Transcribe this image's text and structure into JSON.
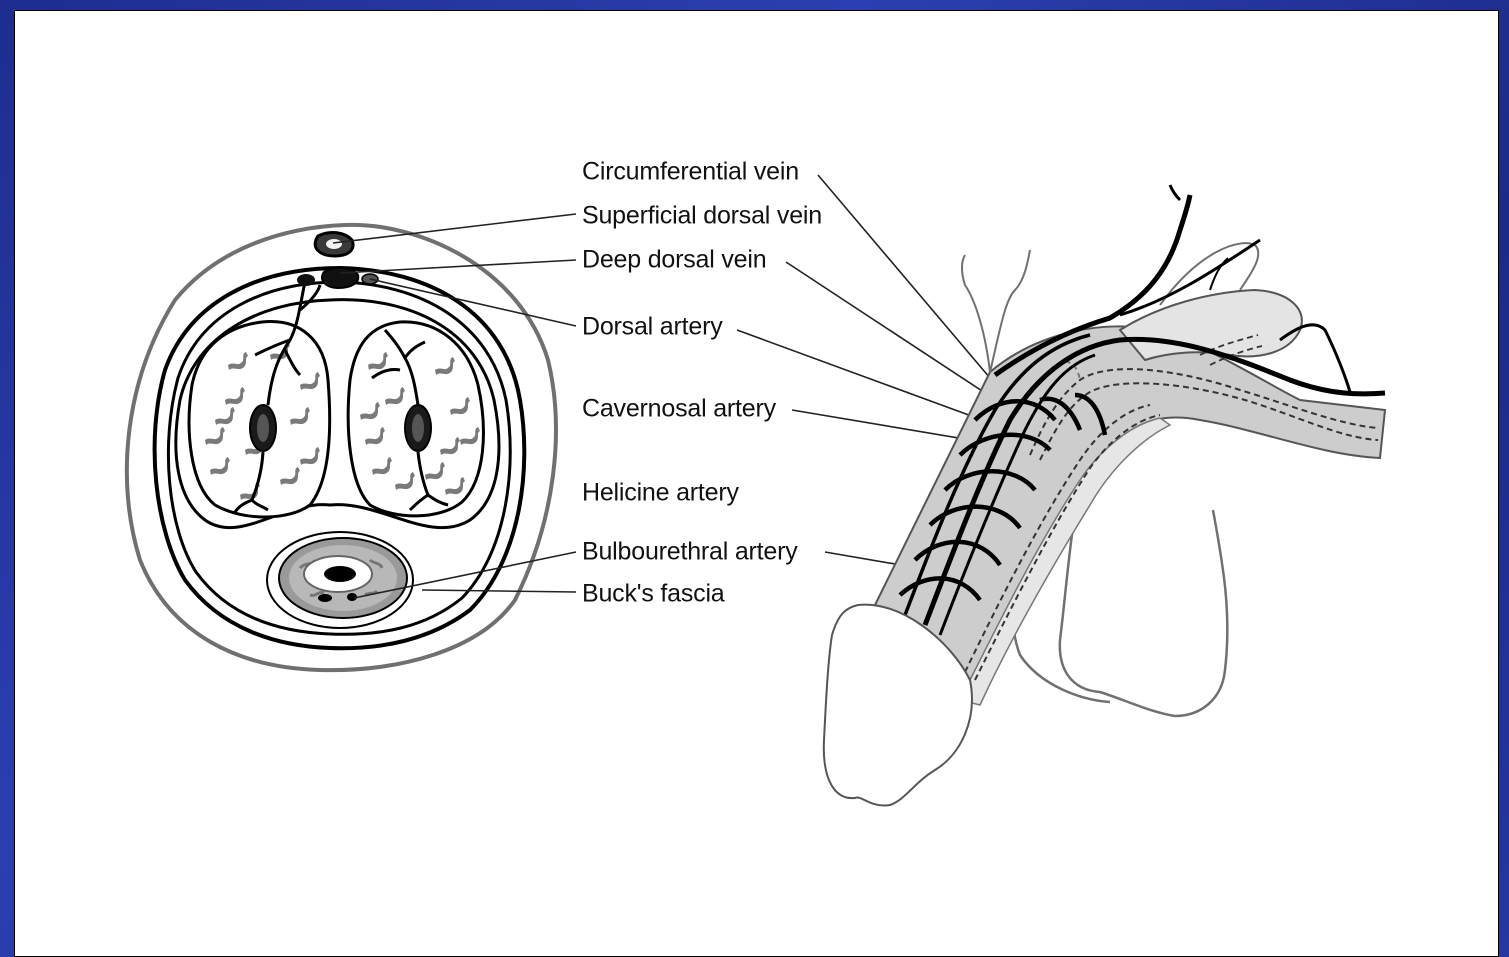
{
  "labels": {
    "circumferential_vein": "Circumferential vein",
    "superficial_dorsal_vein": "Superficial dorsal vein",
    "deep_dorsal_vein": "Deep dorsal vein",
    "dorsal_artery": "Dorsal artery",
    "cavernosal_artery": "Cavernosal artery",
    "helicine_artery": "Helicine artery",
    "bulbourethral_artery": "Bulbourethral artery",
    "bucks_fascia": "Buck's fascia"
  },
  "colors": {
    "background": "#2437a2",
    "panel": "#ffffff",
    "outline": "#6e6e6e",
    "ink": "#000000",
    "tissue_gray": "#c8c8c8",
    "light_gray": "#e2e2e2",
    "mid_gray": "#808080"
  }
}
